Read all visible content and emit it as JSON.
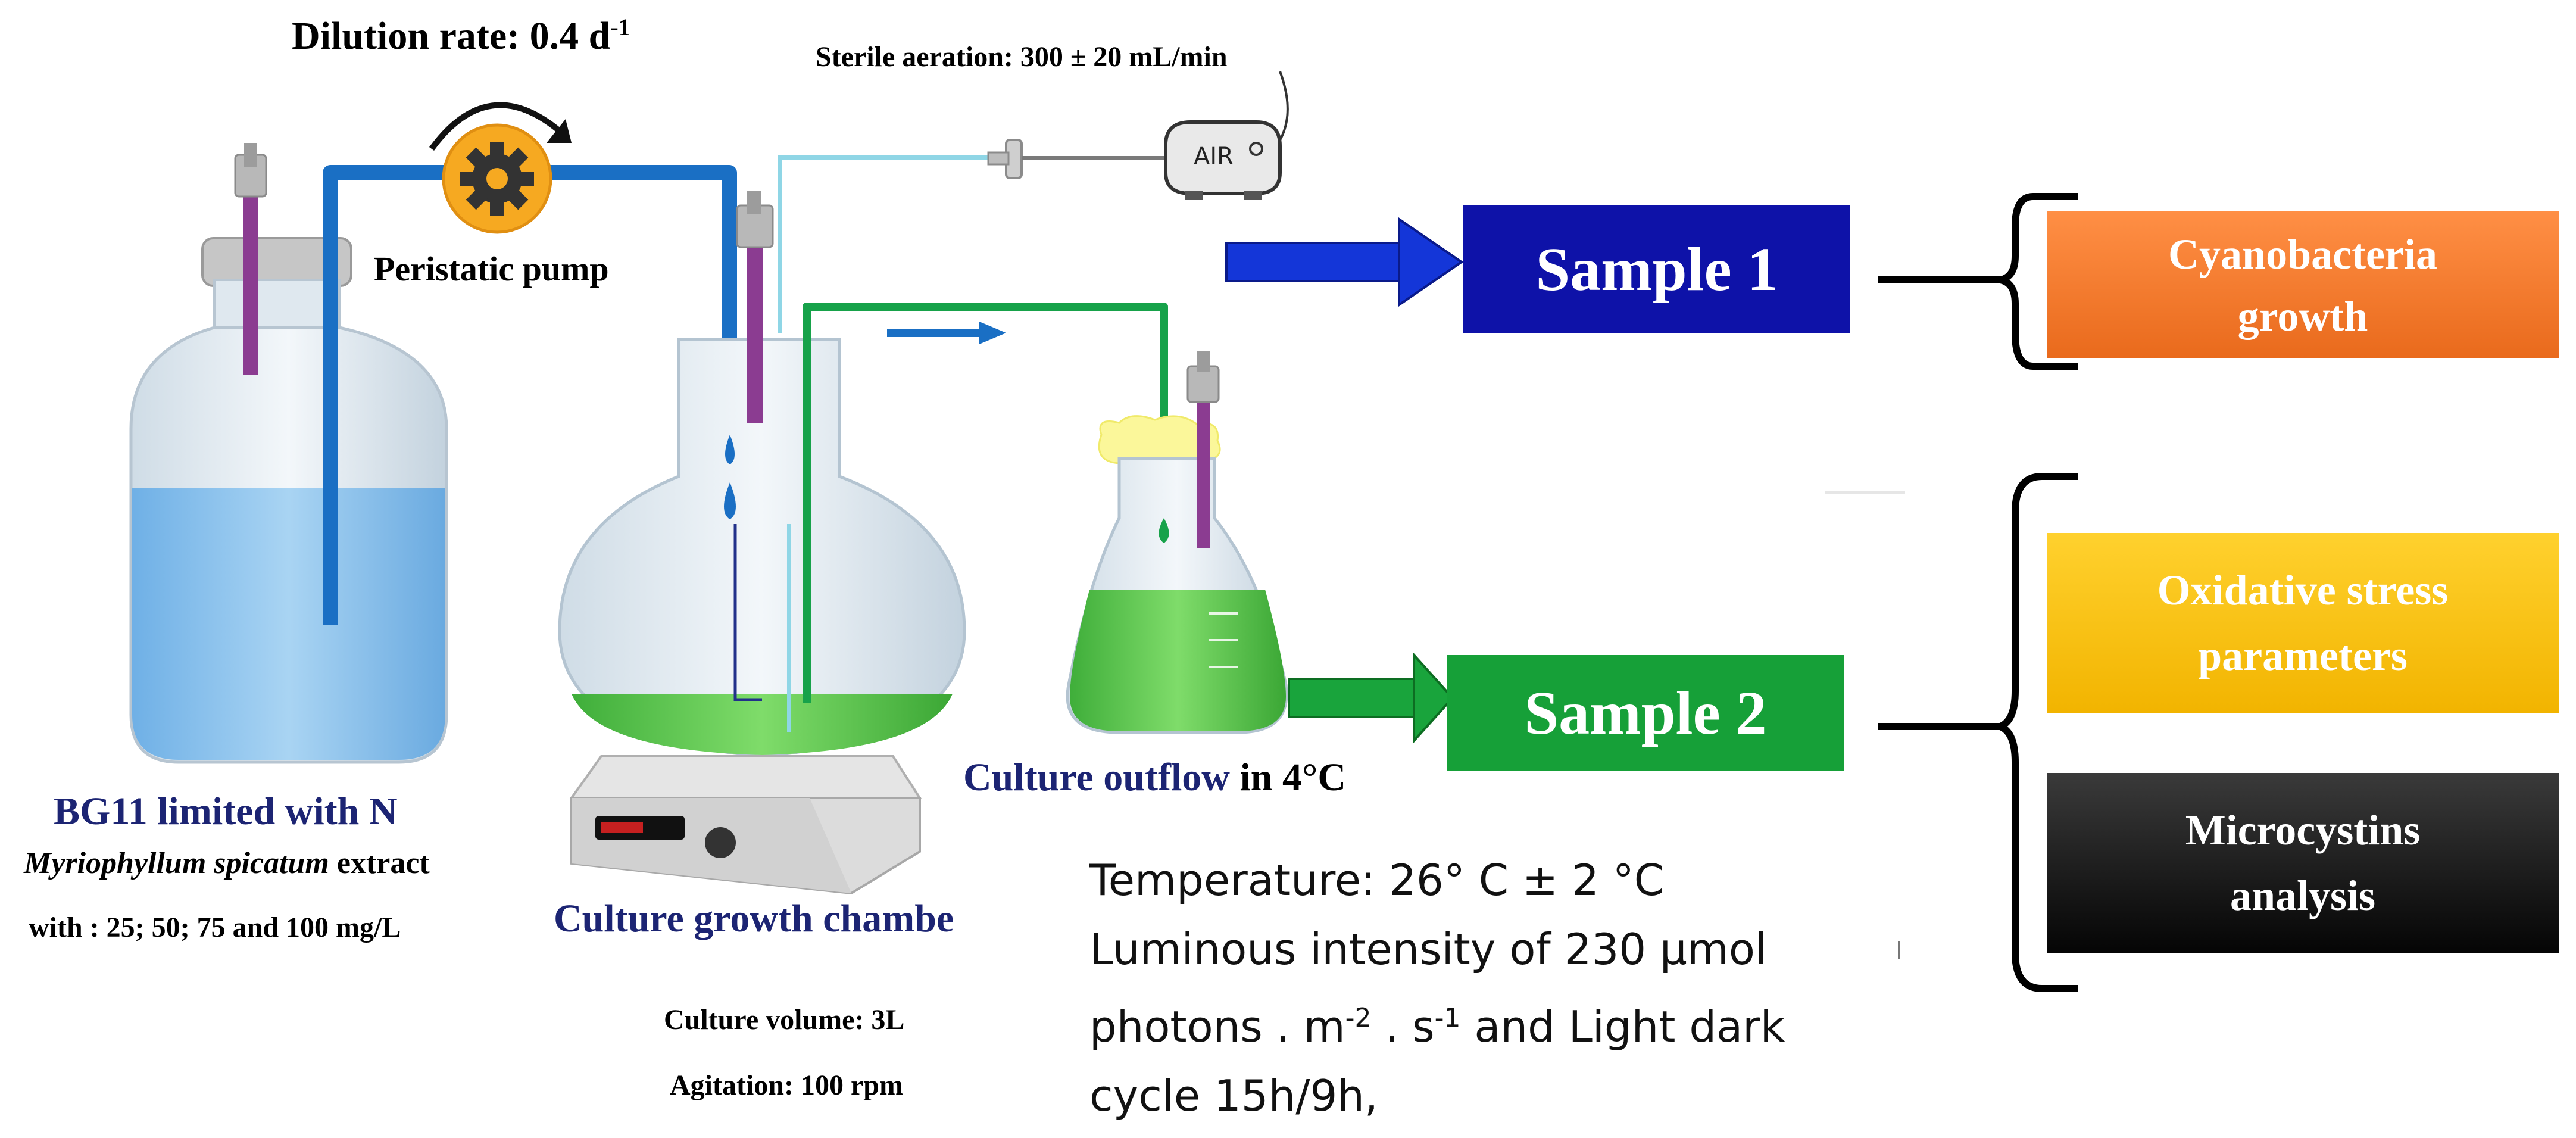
{
  "labels": {
    "dilution_rate": "Dilution rate: 0.4 d",
    "dilution_rate_sup": "-1",
    "sterile_aeration": "Sterile aeration: 300 ± 20 mL/min",
    "air": "AIR",
    "peristaltic_pump": "Peristatic pump",
    "medium_title": "BG11 limited with N",
    "extract_species": "Myriophyllum spicatum",
    "extract_word": " extract",
    "extract_concentrations": "with : 25; 50; 75 and 100 mg/L",
    "chamber_title": "Culture growth chambe",
    "culture_volume": "Culture volume: 3L",
    "agitation": "Agitation: 100 rpm",
    "outflow_title": "Culture outflow",
    "outflow_temp": " in 4°C",
    "conditions": {
      "temperature": "Temperature: 26° C ± 2 °C",
      "luminous": "Luminous intensity of 230 µmol",
      "photons_a": "photons . m",
      "photons_sup1": "-2",
      "photons_b": " . s",
      "photons_sup2": "-1",
      "photons_c": " and Light dark",
      "cycle": "cycle 15h/9h,"
    }
  },
  "samples": [
    {
      "label": "Sample 1",
      "color": "#0e12a8"
    },
    {
      "label": "Sample 2",
      "color": "#16a038"
    }
  ],
  "analyses": [
    {
      "line1": "Cyanobacteria",
      "line2": "growth",
      "color": "#f47a2e"
    },
    {
      "line1": "Oxidative stress",
      "line2": "parameters",
      "color": "#fcc000"
    },
    {
      "line1": "Microcystins",
      "line2": "analysis",
      "color": "#111111"
    }
  ],
  "colors": {
    "tube_blue": "#1a6fc4",
    "tube_green": "#17a24a",
    "tube_light": "#8fd6e6",
    "culture_green": "#5cc94d",
    "medium_blue": "#8ec2ea",
    "label_navy": "#1c2473",
    "pump_orange": "#f6a921",
    "purple_tube": "#8b3c91"
  },
  "icons": [
    "gear-icon",
    "rotation-arrow-icon",
    "air-pump-icon",
    "filter-icon",
    "stir-plate-icon",
    "cotton-plug-icon",
    "drop-icon"
  ]
}
